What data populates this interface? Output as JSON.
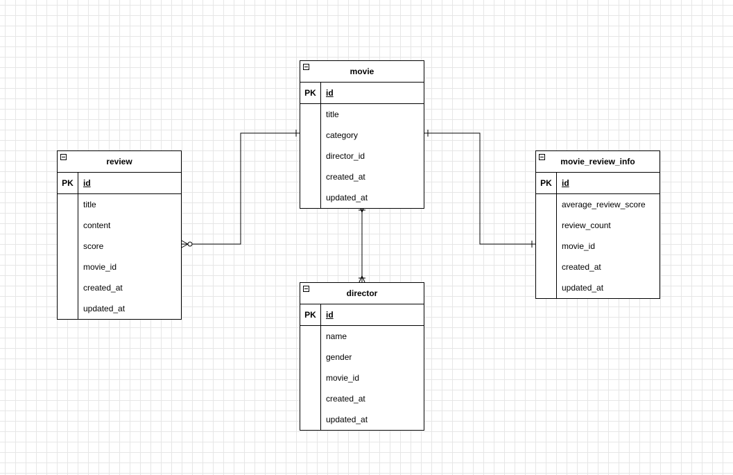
{
  "entities": {
    "movie": {
      "name": "movie",
      "pk_label": "PK",
      "pk": "id",
      "fields": [
        "title",
        "category",
        "director_id",
        "created_at",
        "updated_at"
      ]
    },
    "review": {
      "name": "review",
      "pk_label": "PK",
      "pk": "id",
      "fields": [
        "title",
        "content",
        "score",
        "movie_id",
        "created_at",
        "updated_at"
      ]
    },
    "movie_review_info": {
      "name": "movie_review_info",
      "pk_label": "PK",
      "pk": "id",
      "fields": [
        "average_review_score",
        "review_count",
        "movie_id",
        "created_at",
        "updated_at"
      ]
    },
    "director": {
      "name": "director",
      "pk_label": "PK",
      "pk": "id",
      "fields": [
        "name",
        "gender",
        "movie_id",
        "created_at",
        "updated_at"
      ]
    }
  },
  "relationships": [
    {
      "from": "movie",
      "to": "review",
      "from_end": "one",
      "to_end": "zero-or-many"
    },
    {
      "from": "movie",
      "to": "movie_review_info",
      "from_end": "one",
      "to_end": "one"
    },
    {
      "from": "movie",
      "to": "director",
      "from_end": "one-or-many",
      "to_end": "one-or-many"
    }
  ],
  "colors": {
    "grid": "#e6e6e6",
    "line": "#000000",
    "background": "#ffffff"
  }
}
